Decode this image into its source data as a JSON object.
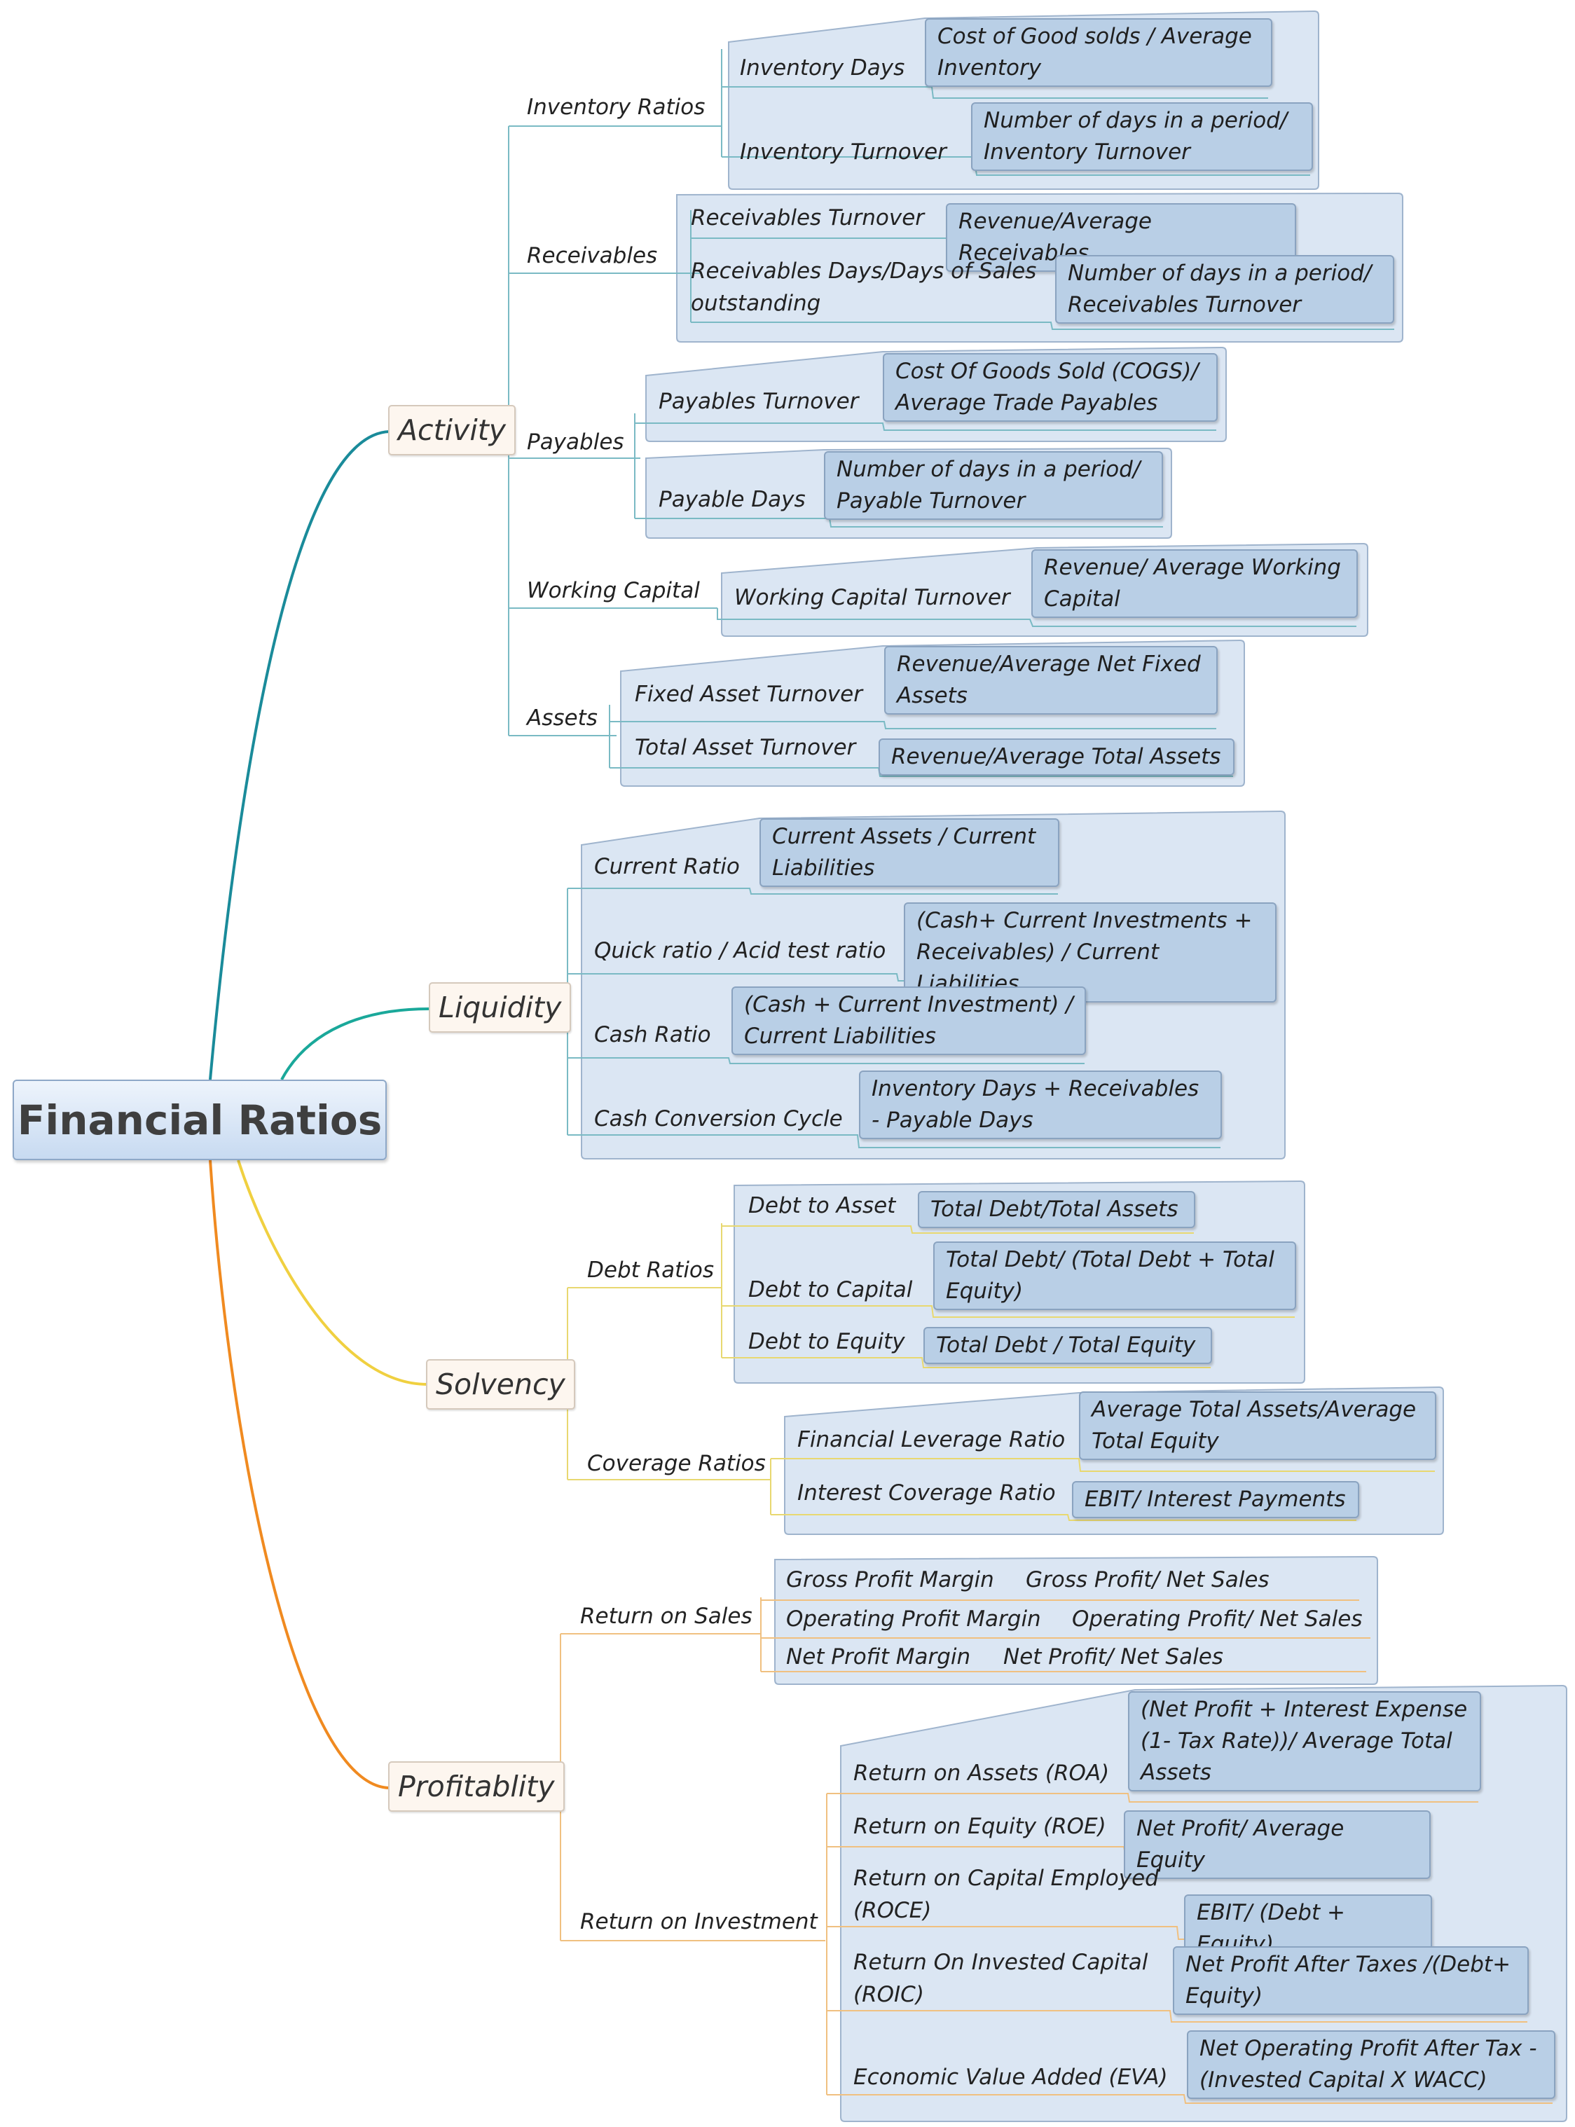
{
  "root": {
    "title": "Financial Ratios"
  },
  "activity": {
    "label": "Activity",
    "inventory": {
      "label": "Inventory Ratios",
      "days": {
        "label": "Inventory Days",
        "formula": "Cost of Good solds / Average Inventory"
      },
      "turnover": {
        "label": "Inventory Turnover",
        "formula": "Number of days in a period/ Inventory Turnover"
      }
    },
    "receivables": {
      "label": "Receivables",
      "turnover": {
        "label": "Receivables Turnover",
        "formula": "Revenue/Average Receivables"
      },
      "days": {
        "label": "Receivables Days/Days of Sales outstanding",
        "formula": "Number of days in a period/ Receivables Turnover"
      }
    },
    "payables": {
      "label": "Payables",
      "turnover": {
        "label": "Payables Turnover",
        "formula": "Cost Of Goods Sold (COGS)/ Average Trade Payables"
      },
      "days": {
        "label": "Payable Days",
        "formula": "Number of days in a period/ Payable Turnover"
      }
    },
    "working_capital": {
      "label": "Working Capital",
      "turnover": {
        "label": "Working Capital Turnover",
        "formula": "Revenue/ Average Working Capital"
      }
    },
    "assets": {
      "label": "Assets",
      "fixed": {
        "label": "Fixed Asset Turnover",
        "formula": "Revenue/Average Net Fixed Assets"
      },
      "total": {
        "label": "Total Asset Turnover",
        "formula": "Revenue/Average Total Assets"
      }
    }
  },
  "liquidity": {
    "label": "Liquidity",
    "current": {
      "label": "Current Ratio",
      "formula": "Current Assets / Current Liabilities"
    },
    "quick": {
      "label": "Quick ratio / Acid test ratio",
      "formula": "(Cash+ Current Investments + Receivables) / Current Liabilities"
    },
    "cash": {
      "label": "Cash Ratio",
      "formula": "(Cash + Current Investment) / Current Liabilities"
    },
    "ccc": {
      "label": "Cash Conversion Cycle",
      "formula": "Inventory Days + Receivables - Payable Days"
    }
  },
  "solvency": {
    "label": "Solvency",
    "debt": {
      "label": "Debt Ratios",
      "to_asset": {
        "label": "Debt to Asset",
        "formula": "Total Debt/Total Assets"
      },
      "to_capital": {
        "label": "Debt to Capital",
        "formula": "Total Debt/ (Total Debt + Total Equity)"
      },
      "to_equity": {
        "label": "Debt to Equity",
        "formula": "Total Debt / Total Equity"
      }
    },
    "coverage": {
      "label": "Coverage Ratios",
      "leverage": {
        "label": "Financial Leverage Ratio",
        "formula": "Average Total Assets/Average Total Equity"
      },
      "interest": {
        "label": "Interest Coverage Ratio",
        "formula": "EBIT/ Interest Payments"
      }
    }
  },
  "profitability": {
    "label": "Profitablity",
    "sales": {
      "label": "Return on Sales",
      "gross": {
        "label": "Gross Profit Margin",
        "formula": "Gross Profit/ Net Sales"
      },
      "operating": {
        "label": "Operating Profit Margin",
        "formula": "Operating Profit/ Net Sales"
      },
      "net": {
        "label": "Net Profit Margin",
        "formula": "Net Profit/ Net Sales"
      }
    },
    "investment": {
      "label": "Return on Investment",
      "roa": {
        "label": "Return on Assets (ROA)",
        "formula": "(Net Profit + Interest Expense (1- Tax Rate))/ Average Total Assets"
      },
      "roe": {
        "label": "Return on Equity (ROE)",
        "formula": "Net Profit/ Average Equity"
      },
      "roce": {
        "label": "Return on Capital Employed (ROCE)",
        "formula": "EBIT/ (Debt + Equity)"
      },
      "roic": {
        "label": "Return On Invested Capital (ROIC)",
        "formula": "Net Profit After Taxes /(Debt+ Equity)"
      },
      "eva": {
        "label": "Economic Value Added (EVA)",
        "formula": "Net Operating Profit After Tax - (Invested Capital X WACC)"
      }
    }
  }
}
